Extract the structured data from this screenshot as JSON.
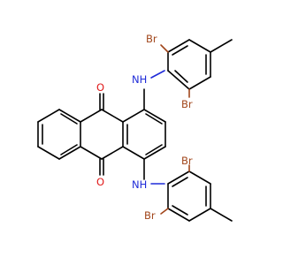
{
  "molecule": {
    "atoms": {
      "br_top_left": "Br",
      "br_top_right": "Br",
      "br_bottom_left": "Br",
      "br_bottom_right": "Br",
      "nh_top": "NH",
      "nh_bottom": "NH",
      "o_top": "O",
      "o_bottom": "O"
    }
  },
  "colors": {
    "bond": "#000000",
    "bromine": "#a1461b",
    "nitrogen": "#1f2bd8",
    "oxygen": "#e01818"
  }
}
